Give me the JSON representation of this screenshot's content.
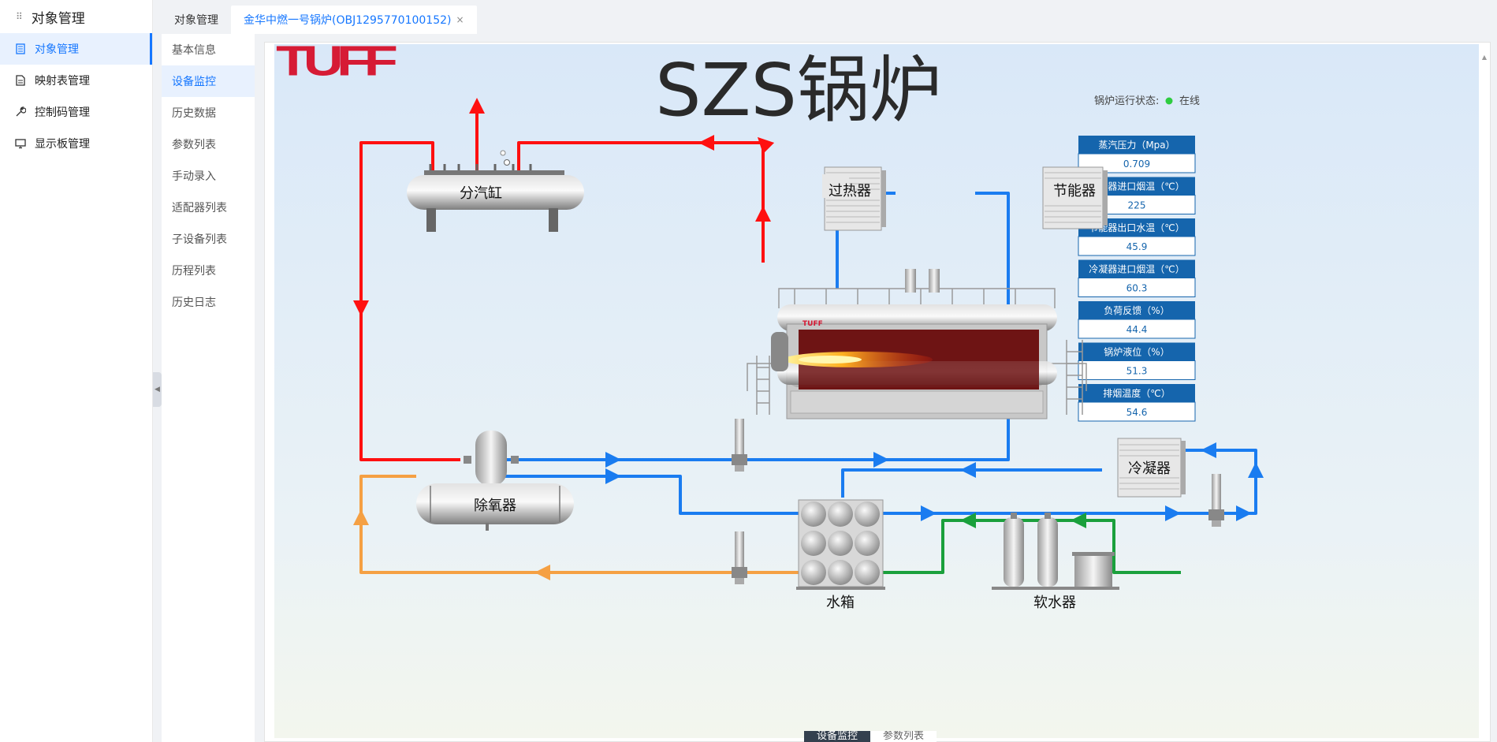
{
  "sidebar": {
    "title": "对象管理",
    "items": [
      {
        "label": "对象管理",
        "icon": "book-icon"
      },
      {
        "label": "映射表管理",
        "icon": "file-icon"
      },
      {
        "label": "控制码管理",
        "icon": "wrench-icon"
      },
      {
        "label": "显示板管理",
        "icon": "monitor-icon"
      }
    ]
  },
  "tabs": [
    {
      "label": "对象管理"
    },
    {
      "label": "金华中燃一号锅炉(OBJ1295770100152)"
    }
  ],
  "subnav": [
    "基本信息",
    "设备监控",
    "历史数据",
    "参数列表",
    "手动录入",
    "适配器列表",
    "子设备列表",
    "历程列表",
    "历史日志"
  ],
  "diagram": {
    "logo": "TUFF",
    "title": "SZS锅炉",
    "status_label": "锅炉运行状态:",
    "status_value": "在线",
    "status_color": "#2ecc40",
    "gauges": [
      {
        "label": "蒸汽压力（Mpa）",
        "value": "0.709"
      },
      {
        "label": "节能器进口烟温（℃）",
        "value": "225"
      },
      {
        "label": "节能器出口水温（℃）",
        "value": "45.9"
      },
      {
        "label": "冷凝器进口烟温（℃）",
        "value": "60.3"
      },
      {
        "label": "负荷反馈（%）",
        "value": "44.4"
      },
      {
        "label": "锅炉液位（%）",
        "value": "51.3"
      },
      {
        "label": "排烟温度（℃）",
        "value": "54.6"
      }
    ],
    "equipment": {
      "steam_header": "分汽缸",
      "superheater": "过热器",
      "economizer": "节能器",
      "deaerator": "除氧器",
      "condenser": "冷凝器",
      "water_tank": "水箱",
      "softener": "软水器",
      "boiler_brand": "TUFF"
    },
    "colors": {
      "steam": "#ff1010",
      "water": "#1a7cf0",
      "return": "#f5a043",
      "soft": "#1aa03c",
      "gauge_header": "#1565ad"
    }
  },
  "bottom_tabs": [
    "设备监控",
    "参数列表"
  ]
}
